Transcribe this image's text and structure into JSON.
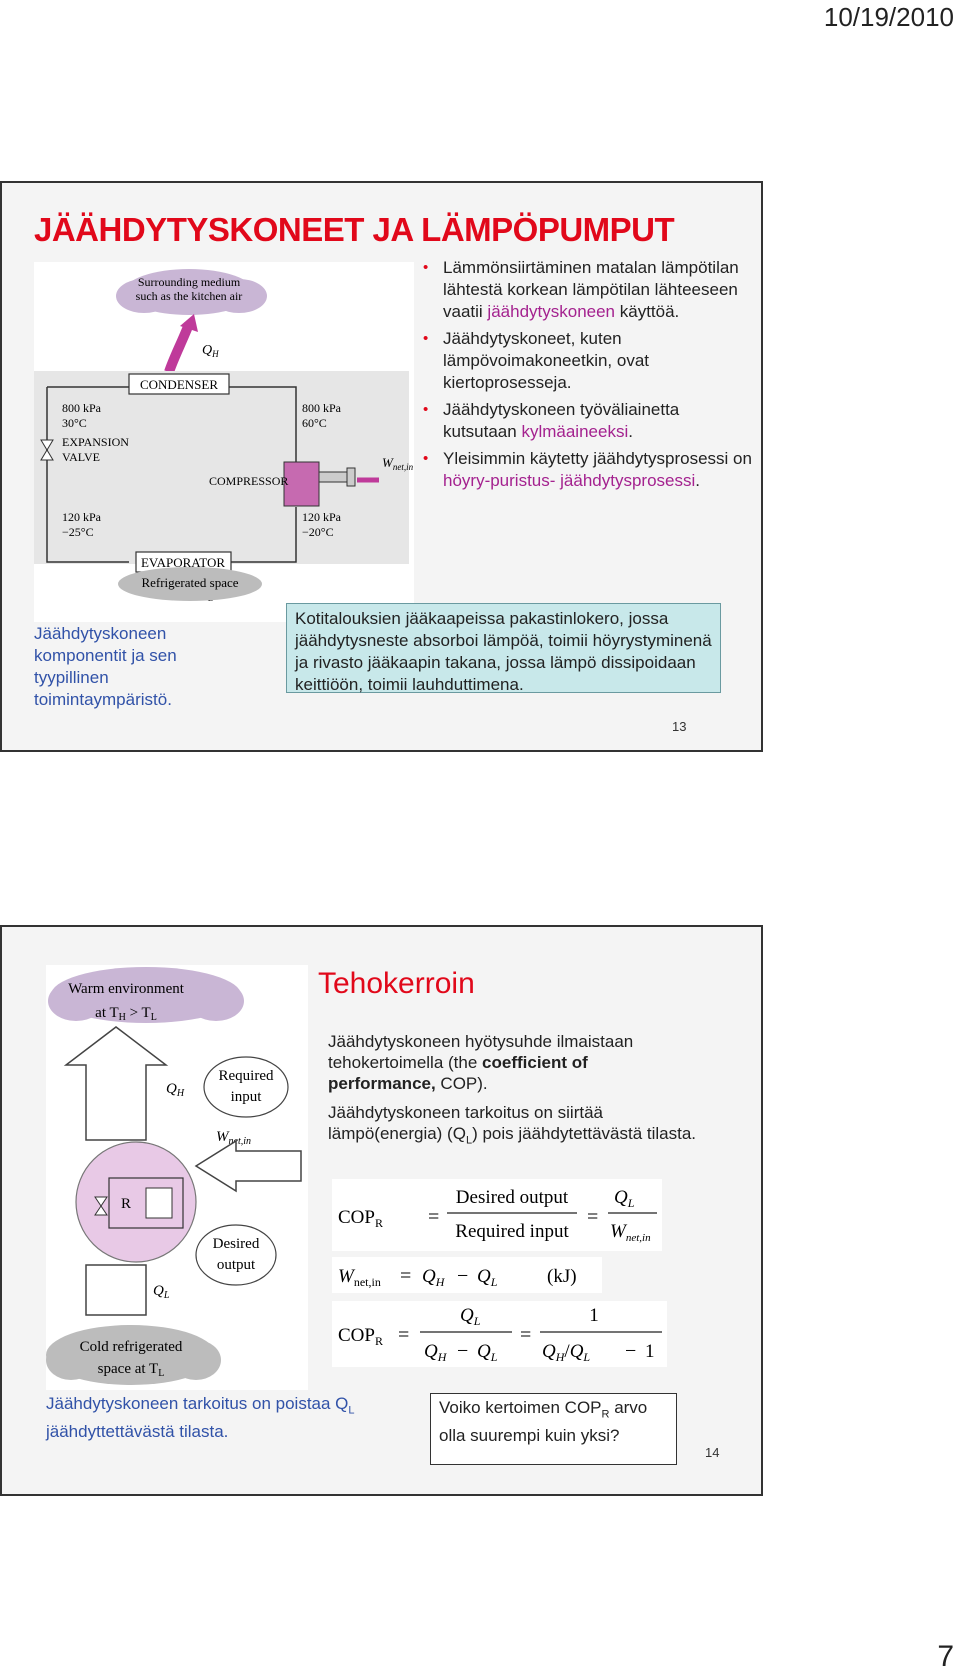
{
  "page": {
    "date": "10/19/2010",
    "page_number": "7"
  },
  "slide1": {
    "title": "JÄÄHDYTYSKONEET JA LÄMPÖPUMPUT",
    "figure": {
      "surrounding_line1": "Surrounding medium",
      "surrounding_line2": "such as the kitchen air",
      "qh": "Q",
      "qh_sub": "H",
      "condenser": "CONDENSER",
      "p_left_high": "800 kPa",
      "t_left_high": "30°C",
      "p_right_high": "800 kPa",
      "t_right_high": "60°C",
      "expansion_line1": "EXPANSION",
      "expansion_line2": "VALVE",
      "compressor": "COMPRESSOR",
      "w": "W",
      "w_sub": "net,in",
      "p_left_low": "120 kPa",
      "t_left_low": "−25°C",
      "p_right_low": "120 kPa",
      "t_right_low": "−20°C",
      "evaporator": "EVAPORATOR",
      "ql": "Q",
      "ql_sub": "L",
      "refrigerated": "Refrigerated space"
    },
    "bullets": [
      {
        "pre": "Lämmönsiirtäminen matalan lämpötilan lähtestä korkean lämpötilan lähteeseen vaatii ",
        "hl": "jäähdytyskoneen",
        "post": " käyttöä."
      },
      {
        "pre": "Jäähdytyskoneet, kuten lämpövoimakoneetkin, ovat kiertoprosesseja.",
        "hl": "",
        "post": ""
      },
      {
        "pre": "Jäähdytyskoneen työväliainetta kutsutaan ",
        "hl": "kylmäaineeksi",
        "post": "."
      },
      {
        "pre": "Yleisimmin käytetty jäähdytysprosessi on ",
        "hl": "höyry-puristus- jäähdytysprosessi",
        "post": "."
      }
    ],
    "caption": "Jäähdytyskoneen komponentit ja sen tyypillinen toimintaympäristö.",
    "note": "Kotitalouksien jääkaapeissa pakastinlokero, jossa jäähdytysneste absorboi lämpöä, toimii höyrystyminenä ja rivasto jääkaapin takana, jossa lämpö dissipoidaan keittiöön, toimii lauhduttimena.",
    "slide_number": "13"
  },
  "slide2": {
    "title": "Tehokerroin",
    "p1_pre": "Jäähdytyskoneen hyötysuhde ilmaistaan tehokertoimella (the ",
    "p1_bold": "coefficient of performance,",
    "p1_post": " COP).",
    "p2_pre": "Jäähdytyskoneen tarkoitus on siirtää lämpö(energia) (Q",
    "p2_sub": "L",
    "p2_post": ") pois jäähdytettävästä tilasta.",
    "figure": {
      "warm_line1": "Warm environment",
      "warm_line2_a": "at T",
      "warm_line2_sub1": "H",
      "warm_line2_b": " > T",
      "warm_line2_sub2": "L",
      "required_line1": "Required",
      "required_line2": "input",
      "qh": "Q",
      "qh_sub": "H",
      "w": "W",
      "w_sub": "net,in",
      "r": "R",
      "desired_line1": "Desired",
      "desired_line2": "output",
      "ql": "Q",
      "ql_sub": "L",
      "cold_line1": "Cold refrigerated",
      "cold_line2": "space at T",
      "cold_sub": "L"
    },
    "eq1": {
      "lhs": "COP",
      "lhs_sub": "R",
      "num": "Desired output",
      "den": "Required input",
      "num2": "Q",
      "num2_sub": "L",
      "den2": "W",
      "den2_sub": "net,in"
    },
    "eq2": {
      "lhs": "W",
      "lhs_sub": "net,in",
      "rhs": "Q",
      "rhs_sub1": "H",
      "rhs_minus": "Q",
      "rhs_sub2": "L",
      "unit": "(kJ)"
    },
    "eq3": {
      "lhs": "COP",
      "lhs_sub": "R",
      "num": "Q",
      "num_sub": "L",
      "den_a": "Q",
      "den_a_sub": "H",
      "den_b": "Q",
      "den_b_sub": "L",
      "num2": "1",
      "den2_a": "Q",
      "den2_a_sub": "H",
      "den2_b": "Q",
      "den2_b_sub": "L",
      "den2_c": "1"
    },
    "caption_pre": "Jäähdytyskoneen tarkoitus on poistaa Q",
    "caption_sub": "L",
    "caption_post": " jäähdyttettävästä tilasta.",
    "question_pre": "Voiko kertoimen COP",
    "question_sub": "R",
    "question_post": " arvo olla suurempi kuin yksi?",
    "slide_number": "14"
  }
}
